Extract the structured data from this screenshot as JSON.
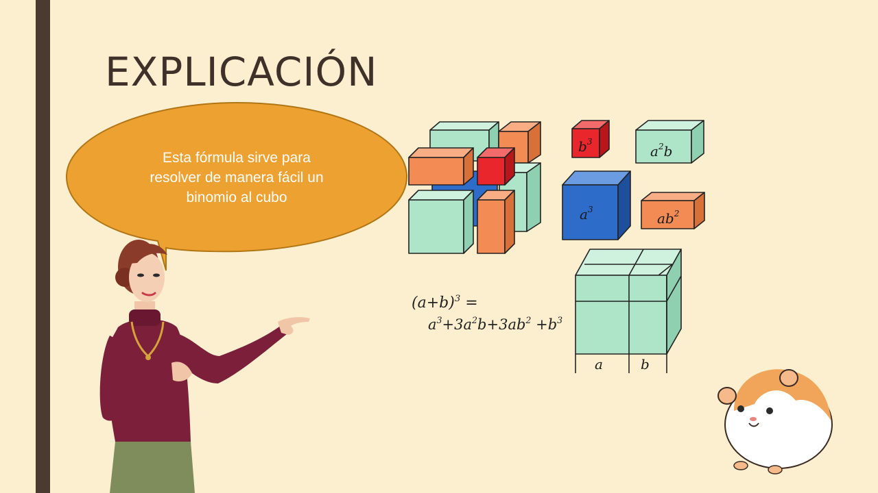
{
  "slide": {
    "title": "EXPLICACIÓN",
    "speech_bubble": {
      "line1": "Esta  fórmula sirve para",
      "line2": "resolver  de manera fácil un",
      "line3": "binomio al cubo"
    }
  },
  "cube_pieces": {
    "b3": {
      "base": "b",
      "exp": "3"
    },
    "a2b": {
      "base": "a",
      "exp": "2",
      "tail": "b"
    },
    "a3": {
      "base": "a",
      "exp": "3"
    },
    "ab2": {
      "base": "ab",
      "exp": "2"
    }
  },
  "formula": {
    "lhs_base": "(a+b)",
    "lhs_exp": "3",
    "equals": "=",
    "t1_base": "a",
    "t1_exp": "3",
    "t2_a": "+3a",
    "t2_exp": "2",
    "t2_b": "b",
    "t3_a": "+3ab",
    "t3_exp": "2",
    "t4_a": " +b",
    "t4_exp": "3"
  },
  "axis_labels": {
    "a": "a",
    "b": "b"
  },
  "colors": {
    "background": "#fcefcf",
    "sidebar": "#4a3a30",
    "title": "#3e3129",
    "bubble": "#eca130",
    "green_box": "#aee5c8",
    "orange_box": "#f28c54",
    "red_box": "#e8262b",
    "blue_box": "#2e6cc9"
  },
  "icons": [
    "teacher-illustration",
    "hamster-illustration"
  ]
}
